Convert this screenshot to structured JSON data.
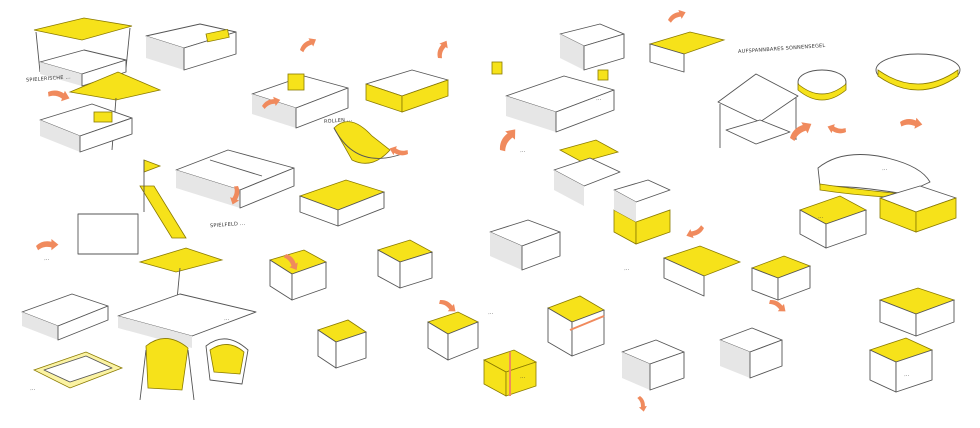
{
  "sheet": {
    "background": "#ffffff",
    "accent_yellow": "#f6e21a",
    "arrow_orange": "#f08a5d",
    "line_grey": "#555555"
  },
  "notes": {
    "n01": "SPIELERISCHE ...",
    "n02": "SPIELFELD ...",
    "n03": "...",
    "n04": "ROLLEN ...",
    "n05": "AUFSPANNBARES SONNENSEGEL",
    "n06": "...",
    "n07": "...",
    "n08": "...",
    "n09": "...",
    "n10": "...",
    "n11": "...",
    "n12": "...",
    "n13": "...",
    "n14": "...",
    "n15": "..."
  }
}
